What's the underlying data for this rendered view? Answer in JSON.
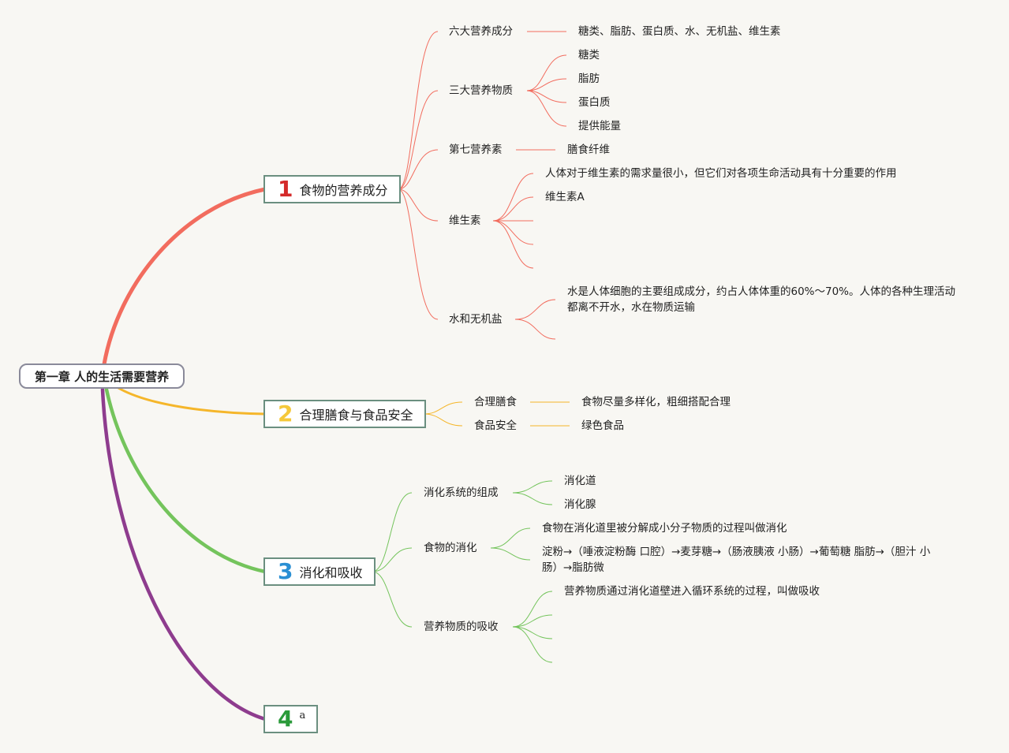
{
  "root": {
    "title": "第一章 人的生活需要营养"
  },
  "colors": {
    "b1": "#f26c5e",
    "b2": "#f5b62a",
    "b3": "#74c45c",
    "b4": "#8e3c8e",
    "num1": "#d42a2a",
    "num2": "#f5c83a",
    "num3": "#2a8fd4",
    "num4": "#2a9a3a"
  },
  "branches": [
    {
      "num": "1",
      "label": "食物的营养成分",
      "topics": [
        {
          "label": "六大营养成分",
          "children": [
            "糖类、脂肪、蛋白质、水、无机盐、维生素"
          ]
        },
        {
          "label": "三大营养物质",
          "children": [
            "糖类",
            "脂肪",
            "蛋白质",
            "提供能量"
          ]
        },
        {
          "label": "第七营养素",
          "children": [
            "膳食纤维"
          ]
        },
        {
          "label": "维生素",
          "children": [
            "人体对于维生素的需求量很小，但它们对各项生命活动具有十分重要的作用",
            "维生素A"
          ]
        },
        {
          "label": "水和无机盐",
          "children": [
            "水是人体细胞的主要组成成分，约占人体体重的60%～70%。人体的各种生理活动都离不开水，水在物质运输"
          ]
        }
      ]
    },
    {
      "num": "2",
      "label": "合理膳食与食品安全",
      "topics": [
        {
          "label": "合理膳食",
          "children": [
            "食物尽量多样化，粗细搭配合理"
          ]
        },
        {
          "label": "食品安全",
          "children": [
            "绿色食品"
          ]
        }
      ]
    },
    {
      "num": "3",
      "label": "消化和吸收",
      "topics": [
        {
          "label": "消化系统的组成",
          "children": [
            "消化道",
            "消化腺"
          ]
        },
        {
          "label": "食物的消化",
          "children": [
            "食物在消化道里被分解成小分子物质的过程叫做消化",
            "淀粉→（唾液淀粉酶 口腔）→麦芽糖→（肠液胰液 小肠）→葡萄糖 脂肪→（胆汁 小肠）→脂肪微"
          ]
        },
        {
          "label": "营养物质的吸收",
          "children": [
            "营养物质通过消化道壁进入循环系统的过程，叫做吸收"
          ]
        }
      ]
    },
    {
      "num": "4",
      "label": "a",
      "topics": []
    }
  ]
}
